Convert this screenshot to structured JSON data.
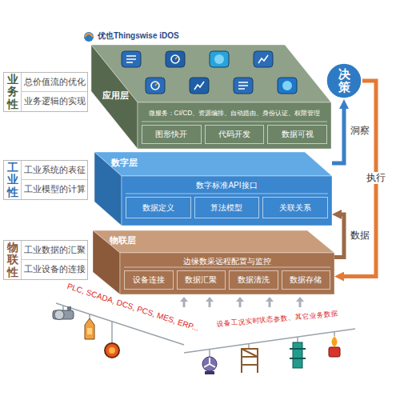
{
  "diagram": {
    "nodes": [
      {
        "text": [
          "业务性"
        ]
      },
      {
        "text": [
          "总价值流的优化"
        ],
        "in": 0
      },
      {
        "text": [
          "业务逻辑的实现"
        ],
        "in": 0
      },
      {
        "text": [
          "工业性"
        ]
      },
      {
        "text": [
          "工业系统的表征"
        ],
        "in": 3
      },
      {
        "text": [
          "工业模型的计算"
        ],
        "in": 3
      },
      {
        "text": [
          "物联性"
        ]
      },
      {
        "text": [
          "工业数据的汇聚"
        ],
        "in": 6
      },
      {
        "text": [
          "工业设备的连接"
        ],
        "in": 6
      },
      {
        "text": [
          "应用层",
          "微服务：CI/CD、资源编排、自动路由、身份认证、权限管理"
        ]
      },
      {
        "text": [
          "图形快开"
        ],
        "in": 9
      },
      {
        "text": [
          "代码开发"
        ],
        "in": 9
      },
      {
        "text": [
          "数据可视"
        ],
        "in": 9
      },
      {
        "text": [
          "数字层",
          "数字标准API接口"
        ]
      },
      {
        "text": [
          "数据定义"
        ],
        "in": 13
      },
      {
        "text": [
          "算法模型"
        ],
        "in": 13
      },
      {
        "text": [
          "关联关系"
        ],
        "in": 13
      },
      {
        "text": [
          "物联层",
          "边缘数采远程配置与监控"
        ]
      },
      {
        "text": [
          "设备连接"
        ],
        "in": 17
      },
      {
        "text": [
          "数据汇聚"
        ],
        "in": 17
      },
      {
        "text": [
          "数据清洗"
        ],
        "in": 17
      },
      {
        "text": [
          "数据存储"
        ],
        "in": 17
      },
      {
        "text": [
          "决策"
        ]
      }
    ],
    "edges": [
      {
        "from": 17,
        "to": 13,
        "label": "数据",
        "arrow": "to"
      },
      {
        "from": 13,
        "to": 22,
        "label": "洞察",
        "arrow": "to"
      },
      {
        "from": 22,
        "to": 17,
        "label": "执行",
        "arrow": "to"
      }
    ],
    "labels": [
      "优也Thingswise iDOS",
      "PLC, SCADA, DCS, PCS, MES, ERP...",
      "设备工况实时状态参数、其它业务数据"
    ]
  }
}
